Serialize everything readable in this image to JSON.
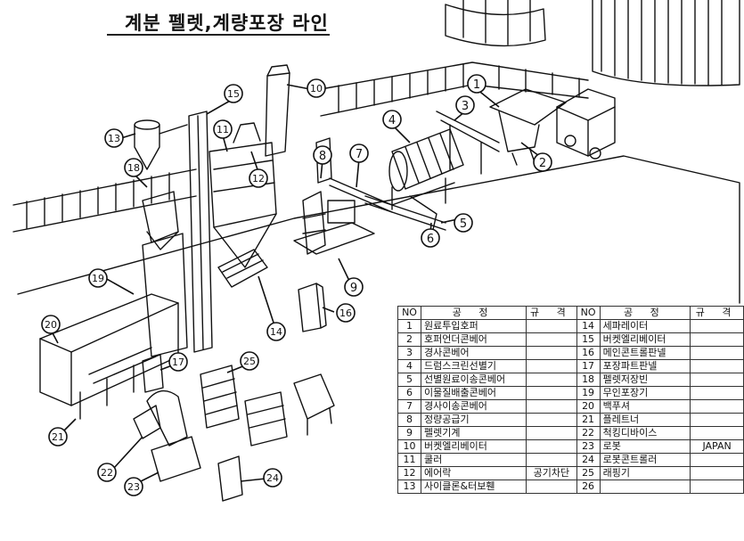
{
  "title": "계분 펠렛,계량포장 라인",
  "table": {
    "headers": {
      "no": "NO",
      "process": "공 정",
      "spec": "규 격"
    },
    "left": [
      {
        "no": "1",
        "name": "원료투입호퍼",
        "spec": ""
      },
      {
        "no": "2",
        "name": "호퍼언더콘베어",
        "spec": ""
      },
      {
        "no": "3",
        "name": "경사콘베어",
        "spec": ""
      },
      {
        "no": "4",
        "name": "드럼스크린선별기",
        "spec": ""
      },
      {
        "no": "5",
        "name": "선별원료이송콘베어",
        "spec": ""
      },
      {
        "no": "6",
        "name": "이물질배출콘베어",
        "spec": ""
      },
      {
        "no": "7",
        "name": "경사이송콘베어",
        "spec": ""
      },
      {
        "no": "8",
        "name": "정량공급기",
        "spec": ""
      },
      {
        "no": "9",
        "name": "펠렛기계",
        "spec": ""
      },
      {
        "no": "10",
        "name": "버켓엘리베이터",
        "spec": ""
      },
      {
        "no": "11",
        "name": "쿨러",
        "spec": ""
      },
      {
        "no": "12",
        "name": "에어락",
        "spec": "공기차단"
      },
      {
        "no": "13",
        "name": "사이클론&터보휀",
        "spec": ""
      }
    ],
    "right": [
      {
        "no": "14",
        "name": "세파레이터",
        "spec": ""
      },
      {
        "no": "15",
        "name": "버켓엘리베이터",
        "spec": ""
      },
      {
        "no": "16",
        "name": "메인콘트롤판넬",
        "spec": ""
      },
      {
        "no": "17",
        "name": "포장파트판넬",
        "spec": ""
      },
      {
        "no": "18",
        "name": "펠렛저장빈",
        "spec": ""
      },
      {
        "no": "19",
        "name": "무인포장기",
        "spec": ""
      },
      {
        "no": "20",
        "name": "백푸셔",
        "spec": ""
      },
      {
        "no": "21",
        "name": "플레트너",
        "spec": ""
      },
      {
        "no": "22",
        "name": "척킹디바이스",
        "spec": ""
      },
      {
        "no": "23",
        "name": "로봇",
        "spec": "JAPAN"
      },
      {
        "no": "24",
        "name": "로봇콘트롤러",
        "spec": ""
      },
      {
        "no": "25",
        "name": "래핑기",
        "spec": ""
      },
      {
        "no": "26",
        "name": "",
        "spec": ""
      }
    ]
  },
  "callouts": [
    "1",
    "2",
    "3",
    "4",
    "5",
    "6",
    "7",
    "8",
    "9",
    "10",
    "11",
    "12",
    "13",
    "14",
    "15",
    "16",
    "17",
    "18",
    "19",
    "20",
    "21",
    "22",
    "23",
    "24",
    "25"
  ]
}
